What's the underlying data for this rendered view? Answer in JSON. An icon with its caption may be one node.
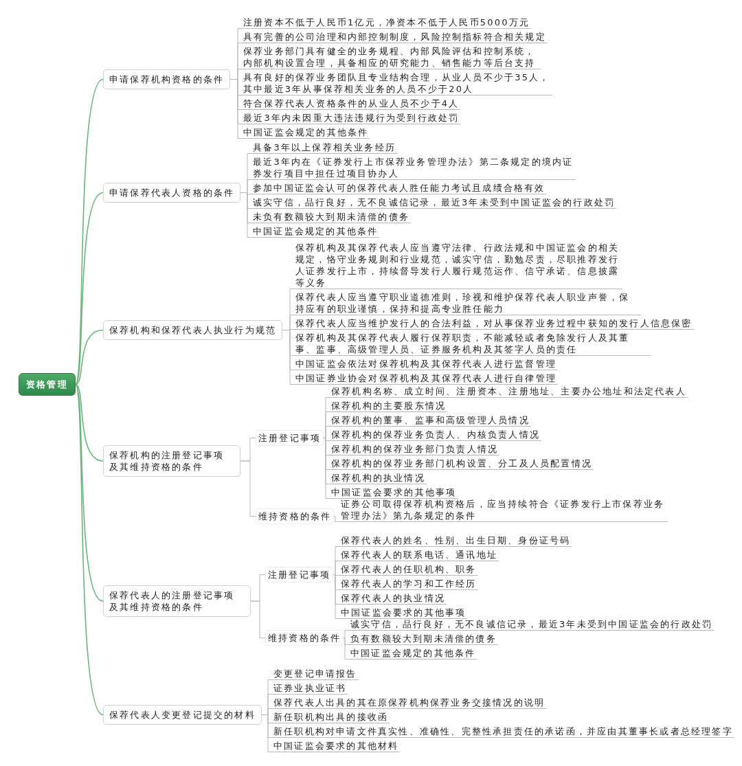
{
  "diagram": {
    "nodes": [
      {
        "text": [
          "资格管理"
        ]
      },
      {
        "text": [
          "申请保荐机构资格的条件"
        ]
      },
      {
        "text": [
          "注册资本不低于人民币1亿元，净资本不低于人民币5000万元"
        ]
      },
      {
        "text": [
          "具有完善的公司治理和内部控制制度，风险控制指标符合相关规定"
        ]
      },
      {
        "text": [
          "保荐业务部门具有健全的业务规程、内部风险评估和控制系统，内部机构设置合理，具备相应的研究能力、销售能力等后台支持"
        ]
      },
      {
        "text": [
          "具有良好的保荐业务团队且专业结构合理，从业人员不少于35人，其中最近3年从事保荐相关业务的人员不少于20人"
        ]
      },
      {
        "text": [
          "符合保荐代表人资格条件的从业人员不少于4人"
        ]
      },
      {
        "text": [
          "最近3年内未因重大违法违规行为受到行政处罚"
        ]
      },
      {
        "text": [
          "中国证监会规定的其他条件"
        ]
      },
      {
        "text": [
          "申请保荐代表人资格的条件"
        ]
      },
      {
        "text": [
          "具备3年以上保荐相关业务经历"
        ]
      },
      {
        "text": [
          "最近3年内在《证券发行上市保荐业务管理办法》第二条规定的境内证券发行项目中担任过项目协办人"
        ]
      },
      {
        "text": [
          "参加中国证监会认可的保荐代表人胜任能力考试且成绩合格有效"
        ]
      },
      {
        "text": [
          "诚实守信，品行良好，无不良诚信记录，最近3年未受到中国证监会的行政处罚"
        ]
      },
      {
        "text": [
          "未负有数额较大到期未清偿的债务"
        ]
      },
      {
        "text": [
          "中国证监会规定的其他条件"
        ]
      },
      {
        "text": [
          "保荐机构和保荐代表人执业行为规范"
        ]
      },
      {
        "text": [
          "保荐机构及其保荐代表人应当遵守法律、行政法规和中国证监会的相关规定，恪守业务规则和行业规范，诚实守信，勤勉尽责，尽职推荐发行人证券发行上市，持续督导发行人履行规范运作、信守承诺、信息披露等义务"
        ]
      },
      {
        "text": [
          "保荐代表人应当遵守职业道德准则，珍视和维护保荐代表人职业声誉，保持应有的职业谨慎，保持和提高专业胜任能力"
        ]
      },
      {
        "text": [
          "保荐代表人应当维护发行人的合法利益，对从事保荐业务过程中获知的发行人信息保密"
        ]
      },
      {
        "text": [
          "保荐机构及其保荐代表人履行保荐职责，不能减轻或者免除发行人及其董事、监事、高级管理人员、证券服务机构及其签字人员的责任"
        ]
      },
      {
        "text": [
          "中国证监会依法对保荐机构及其保荐代表人进行监督管理"
        ]
      },
      {
        "text": [
          "中国证券业协会对保荐机构及其保荐代表人进行自律管理"
        ]
      },
      {
        "text": [
          "保荐机构的注册登记事项及其维持资格的条件"
        ]
      },
      {
        "text": [
          "注册登记事项"
        ]
      },
      {
        "text": [
          "保荐机构名称、成立时间、注册资本、注册地址、主要办公地址和法定代表人"
        ]
      },
      {
        "text": [
          "保荐机构的主要股东情况"
        ]
      },
      {
        "text": [
          "保荐机构的董事、监事和高级管理人员情况"
        ]
      },
      {
        "text": [
          "保荐机构的保荐业务负责人、内核负责人情况"
        ]
      },
      {
        "text": [
          "保荐机构的保荐业务部门负责人情况"
        ]
      },
      {
        "text": [
          "保荐机构的保荐业务部门机构设置、分工及人员配置情况"
        ]
      },
      {
        "text": [
          "保荐机构的执业情况"
        ]
      },
      {
        "text": [
          "中国证监会要求的其他事项"
        ]
      },
      {
        "text": [
          "维持资格的条件"
        ]
      },
      {
        "text": [
          "证券公司取得保荐机构资格后，应当持续符合《证券发行上市保荐业务管理办法》第九条规定的条件"
        ]
      },
      {
        "text": [
          "保荐代表人的注册登记事项及其维持资格的条件"
        ]
      },
      {
        "text": [
          "注册登记事项"
        ]
      },
      {
        "text": [
          "保荐代表人的姓名、性别、出生日期、身份证号码"
        ]
      },
      {
        "text": [
          "保荐代表人的联系电话、通讯地址"
        ]
      },
      {
        "text": [
          "保荐代表人的任职机构、职务"
        ]
      },
      {
        "text": [
          "保荐代表人的学习和工作经历"
        ]
      },
      {
        "text": [
          "保荐代表人的执业情况"
        ]
      },
      {
        "text": [
          "中国证监会要求的其他事项"
        ]
      },
      {
        "text": [
          "维持资格的条件"
        ]
      },
      {
        "text": [
          "诚实守信，品行良好，无不良诚信记录，最近3年未受到中国证监会的行政处罚"
        ]
      },
      {
        "text": [
          "负有数额较大到期未清偿的债务"
        ]
      },
      {
        "text": [
          "中国证监会规定的其他条件"
        ]
      },
      {
        "text": [
          "保荐代表人变更登记提交的材料"
        ]
      },
      {
        "text": [
          "变更登记申请报告"
        ]
      },
      {
        "text": [
          "证券业执业证书"
        ]
      },
      {
        "text": [
          "保荐代表人出具的其在原保荐机构保荐业务交接情况的说明"
        ]
      },
      {
        "text": [
          "新任职机构出具的接收函"
        ]
      },
      {
        "text": [
          "新任职机构对申请文件真实性、准确性、完整性承担责任的承诺函，并应由其董事长或者总经理签字"
        ]
      },
      {
        "text": [
          "中国证监会要求的其他材料"
        ]
      }
    ],
    "edges": [
      {
        "from": 0,
        "to": 1,
        "arrow": "none",
        "color": "#6ab47c"
      },
      {
        "from": 0,
        "to": 9,
        "arrow": "none",
        "color": "#6ab47c"
      },
      {
        "from": 0,
        "to": 16,
        "arrow": "none",
        "color": "#6ab47c"
      },
      {
        "from": 0,
        "to": 23,
        "arrow": "none",
        "color": "#6ab47c"
      },
      {
        "from": 0,
        "to": 35,
        "arrow": "none",
        "color": "#6ab47c"
      },
      {
        "from": 0,
        "to": 47,
        "arrow": "none",
        "color": "#6ab47c"
      },
      {
        "from": 1,
        "to": 2,
        "arrow": "none"
      },
      {
        "from": 1,
        "to": 3,
        "arrow": "none"
      },
      {
        "from": 1,
        "to": 4,
        "arrow": "none"
      },
      {
        "from": 1,
        "to": 5,
        "arrow": "none"
      },
      {
        "from": 1,
        "to": 6,
        "arrow": "none"
      },
      {
        "from": 1,
        "to": 7,
        "arrow": "none"
      },
      {
        "from": 1,
        "to": 8,
        "arrow": "none"
      },
      {
        "from": 9,
        "to": 10,
        "arrow": "none"
      },
      {
        "from": 9,
        "to": 11,
        "arrow": "none"
      },
      {
        "from": 9,
        "to": 12,
        "arrow": "none"
      },
      {
        "from": 9,
        "to": 13,
        "arrow": "none"
      },
      {
        "from": 9,
        "to": 14,
        "arrow": "none"
      },
      {
        "from": 9,
        "to": 15,
        "arrow": "none"
      },
      {
        "from": 16,
        "to": 17,
        "arrow": "none"
      },
      {
        "from": 16,
        "to": 18,
        "arrow": "none"
      },
      {
        "from": 16,
        "to": 19,
        "arrow": "none"
      },
      {
        "from": 16,
        "to": 20,
        "arrow": "none"
      },
      {
        "from": 16,
        "to": 21,
        "arrow": "none"
      },
      {
        "from": 16,
        "to": 22,
        "arrow": "none"
      },
      {
        "from": 23,
        "to": 24,
        "arrow": "none"
      },
      {
        "from": 23,
        "to": 33,
        "arrow": "none"
      },
      {
        "from": 24,
        "to": 25,
        "arrow": "none"
      },
      {
        "from": 24,
        "to": 26,
        "arrow": "none"
      },
      {
        "from": 24,
        "to": 27,
        "arrow": "none"
      },
      {
        "from": 24,
        "to": 28,
        "arrow": "none"
      },
      {
        "from": 24,
        "to": 29,
        "arrow": "none"
      },
      {
        "from": 24,
        "to": 30,
        "arrow": "none"
      },
      {
        "from": 24,
        "to": 31,
        "arrow": "none"
      },
      {
        "from": 24,
        "to": 32,
        "arrow": "none"
      },
      {
        "from": 33,
        "to": 34,
        "arrow": "none"
      },
      {
        "from": 35,
        "to": 36,
        "arrow": "none"
      },
      {
        "from": 35,
        "to": 43,
        "arrow": "none"
      },
      {
        "from": 36,
        "to": 37,
        "arrow": "none"
      },
      {
        "from": 36,
        "to": 38,
        "arrow": "none"
      },
      {
        "from": 36,
        "to": 39,
        "arrow": "none"
      },
      {
        "from": 36,
        "to": 40,
        "arrow": "none"
      },
      {
        "from": 36,
        "to": 41,
        "arrow": "none"
      },
      {
        "from": 36,
        "to": 42,
        "arrow": "none"
      },
      {
        "from": 43,
        "to": 44,
        "arrow": "none"
      },
      {
        "from": 43,
        "to": 45,
        "arrow": "none"
      },
      {
        "from": 43,
        "to": 46,
        "arrow": "none"
      },
      {
        "from": 47,
        "to": 48,
        "arrow": "none"
      },
      {
        "from": 47,
        "to": 49,
        "arrow": "none"
      },
      {
        "from": 47,
        "to": 50,
        "arrow": "none"
      },
      {
        "from": 47,
        "to": 51,
        "arrow": "none"
      },
      {
        "from": 47,
        "to": 52,
        "arrow": "none"
      },
      {
        "from": 47,
        "to": 53,
        "arrow": "none"
      }
    ]
  }
}
